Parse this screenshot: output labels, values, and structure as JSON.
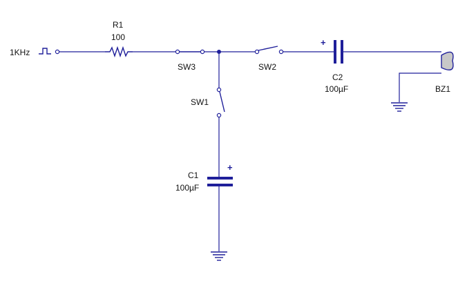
{
  "source": {
    "label": "1KHz"
  },
  "components": {
    "r1": {
      "ref": "R1",
      "value": "100"
    },
    "sw3": {
      "ref": "SW3"
    },
    "sw2": {
      "ref": "SW2"
    },
    "sw1": {
      "ref": "SW1"
    },
    "c2": {
      "ref": "C2",
      "value": "100µF",
      "polarity": "+"
    },
    "c1": {
      "ref": "C1",
      "value": "100µF",
      "polarity": "+"
    },
    "bz1": {
      "ref": "BZ1"
    }
  },
  "colors": {
    "wire": "#1f1f9a",
    "speaker_fill": "#c8c8c8",
    "text": "#111111"
  }
}
